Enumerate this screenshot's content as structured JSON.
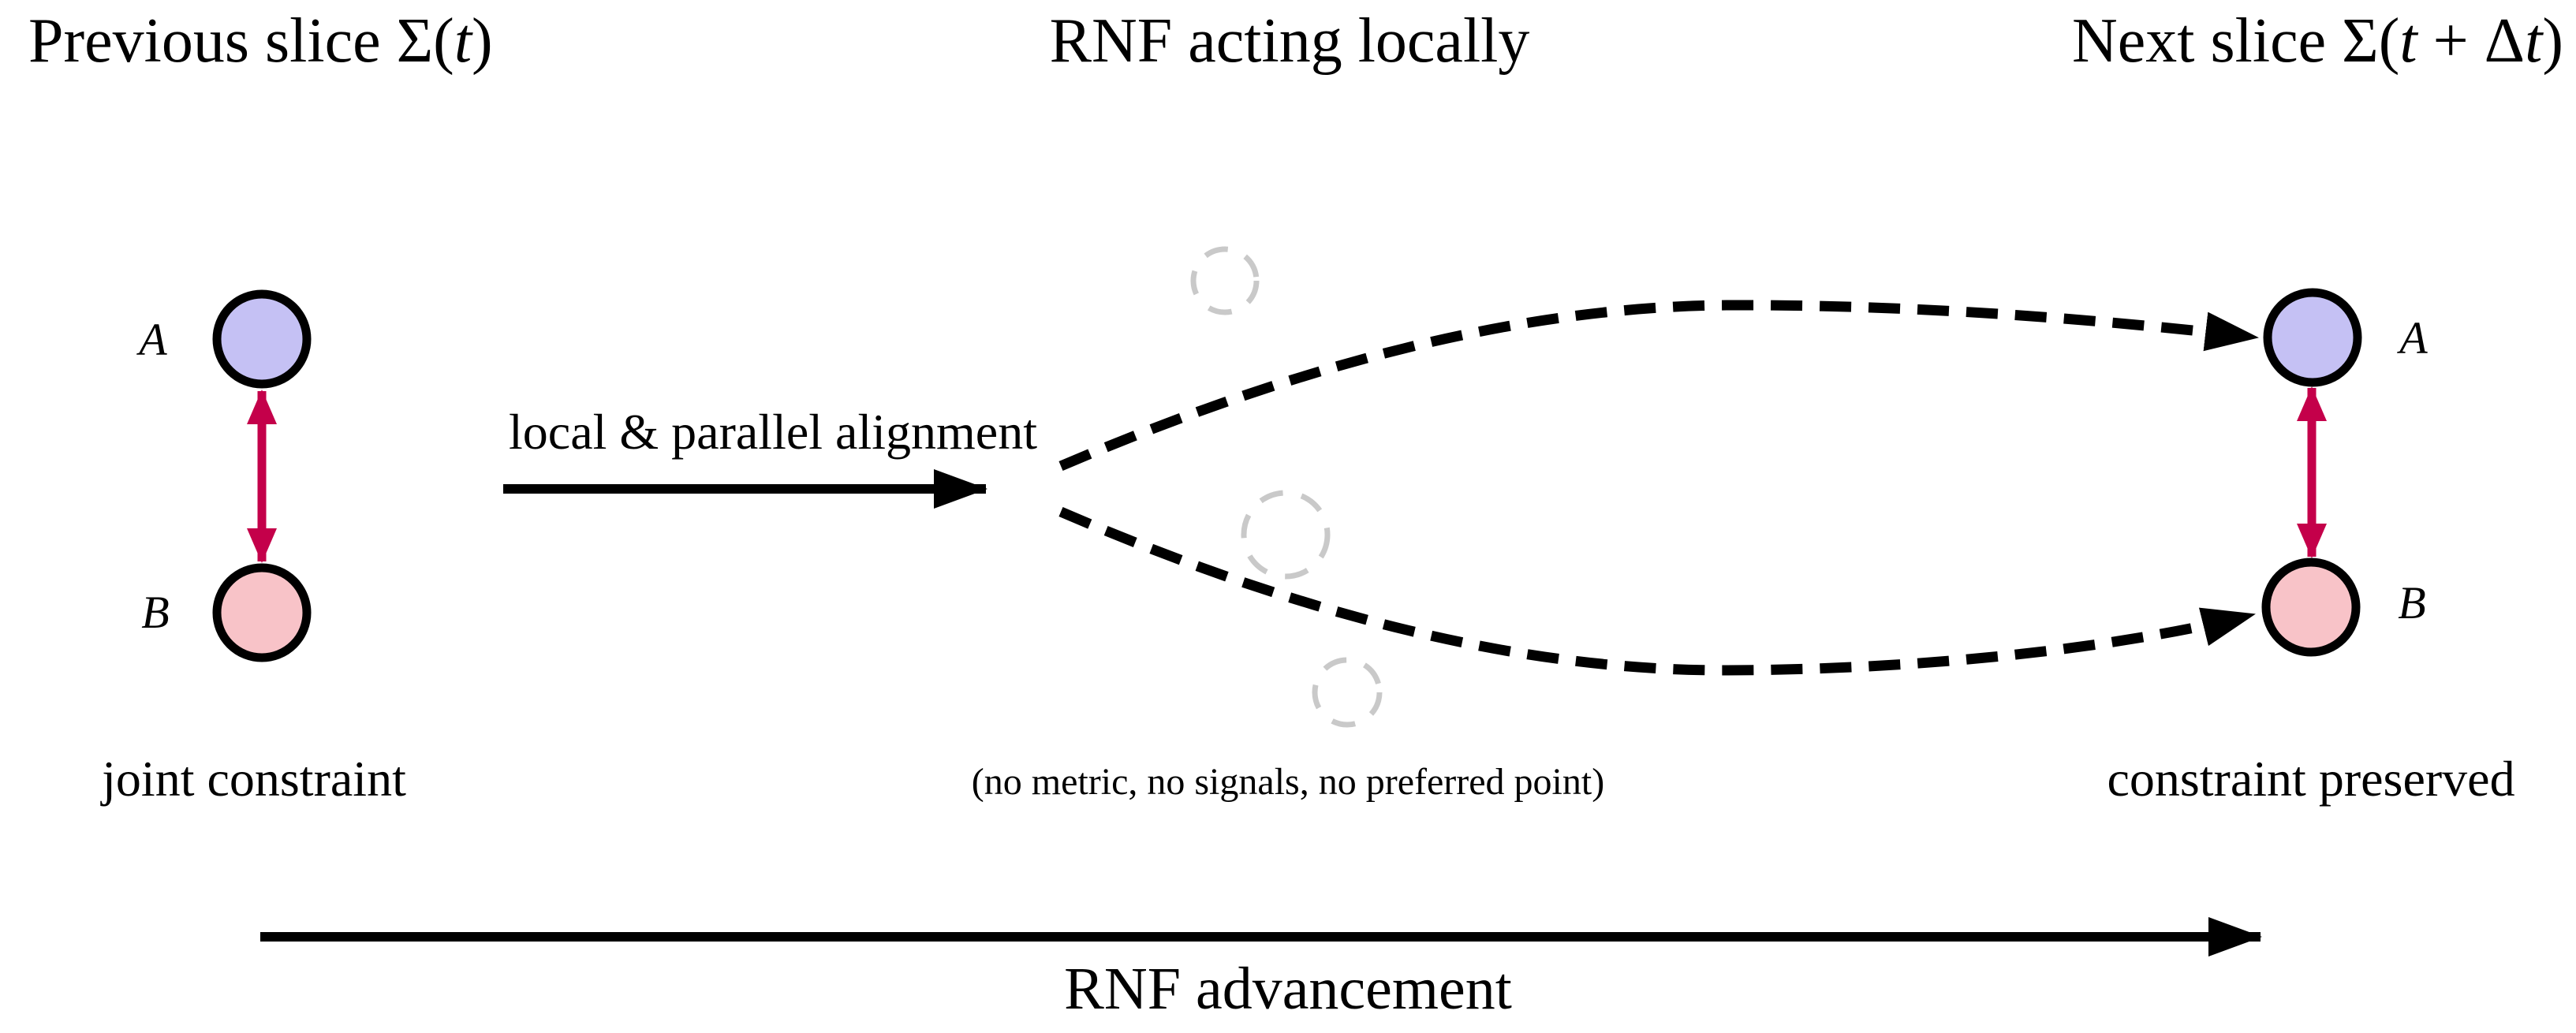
{
  "titles": {
    "previous_pre": "Previous slice Σ(",
    "previous_var": "t",
    "previous_post": ")",
    "middle": "RNF acting locally",
    "next_pre": "Next slice Σ(",
    "next_var1": "t",
    "next_mid": " + Δ",
    "next_var2": "t",
    "next_post": ")"
  },
  "labels": {
    "alignment": "local & parallel alignment",
    "joint_constraint": "joint constraint",
    "no_metric_note": "(no metric, no signals, no preferred point)",
    "constraint_preserved": "constraint preserved",
    "advancement": "RNF advancement"
  },
  "nodes": {
    "left_a": "A",
    "left_b": "B",
    "right_a": "A",
    "right_b": "B"
  },
  "colors": {
    "node_a_fill": "#c5c1f4",
    "node_b_fill": "#f8c3c8",
    "constraint_arrow": "#c4004a",
    "ghost_circle": "#c9c9c9",
    "ink": "#000000",
    "background": "#ffffff"
  }
}
